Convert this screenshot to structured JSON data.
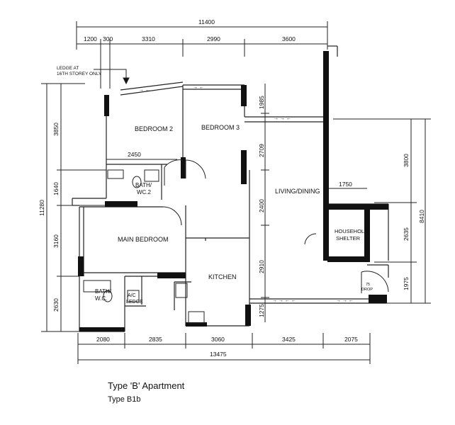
{
  "dimensions": {
    "top_overall": "11400",
    "top_segments": [
      "1200",
      "300",
      "3310",
      "2990",
      "3600"
    ],
    "bottom_overall": "13475",
    "bottom_segments": [
      "2080",
      "2835",
      "3060",
      "3425",
      "2075"
    ],
    "left_overall": "11280",
    "left_segments": [
      "3850",
      "1640",
      "3160",
      "2630"
    ],
    "inner_left": "2450",
    "inner_mid": [
      "1985",
      "2709",
      "2400",
      "2910",
      "1275"
    ],
    "inner_small": "1750",
    "right_overall": "8410",
    "right_segments": [
      "3800",
      "2635",
      "1975"
    ]
  },
  "rooms": {
    "bedroom2": "BEDROOM 2",
    "bedroom3": "BEDROOM 3",
    "bath_wc_2_line1": "BATH/",
    "bath_wc_2_line2": "WC.2",
    "main_bedroom": "MAIN BEDROOM",
    "bath_wc_line1": "BATH/",
    "bath_wc_line2": "W.C.",
    "ac_ledge_line1": "A/C",
    "ac_ledge_line2": "LEDGE",
    "kitchen": "KITCHEN",
    "living_dining": "LIVING/DINING",
    "household_shelter_line1": "HOUSEHOLD",
    "household_shelter_line2": "SHELTER",
    "drop_line1": "75",
    "drop_line2": "DROP"
  },
  "note": {
    "line1": "LEDGE AT",
    "line2": "16TH STOREY ONLY"
  },
  "caption": {
    "title": "Type 'B' Apartment",
    "subtitle": "Type  B1b"
  }
}
